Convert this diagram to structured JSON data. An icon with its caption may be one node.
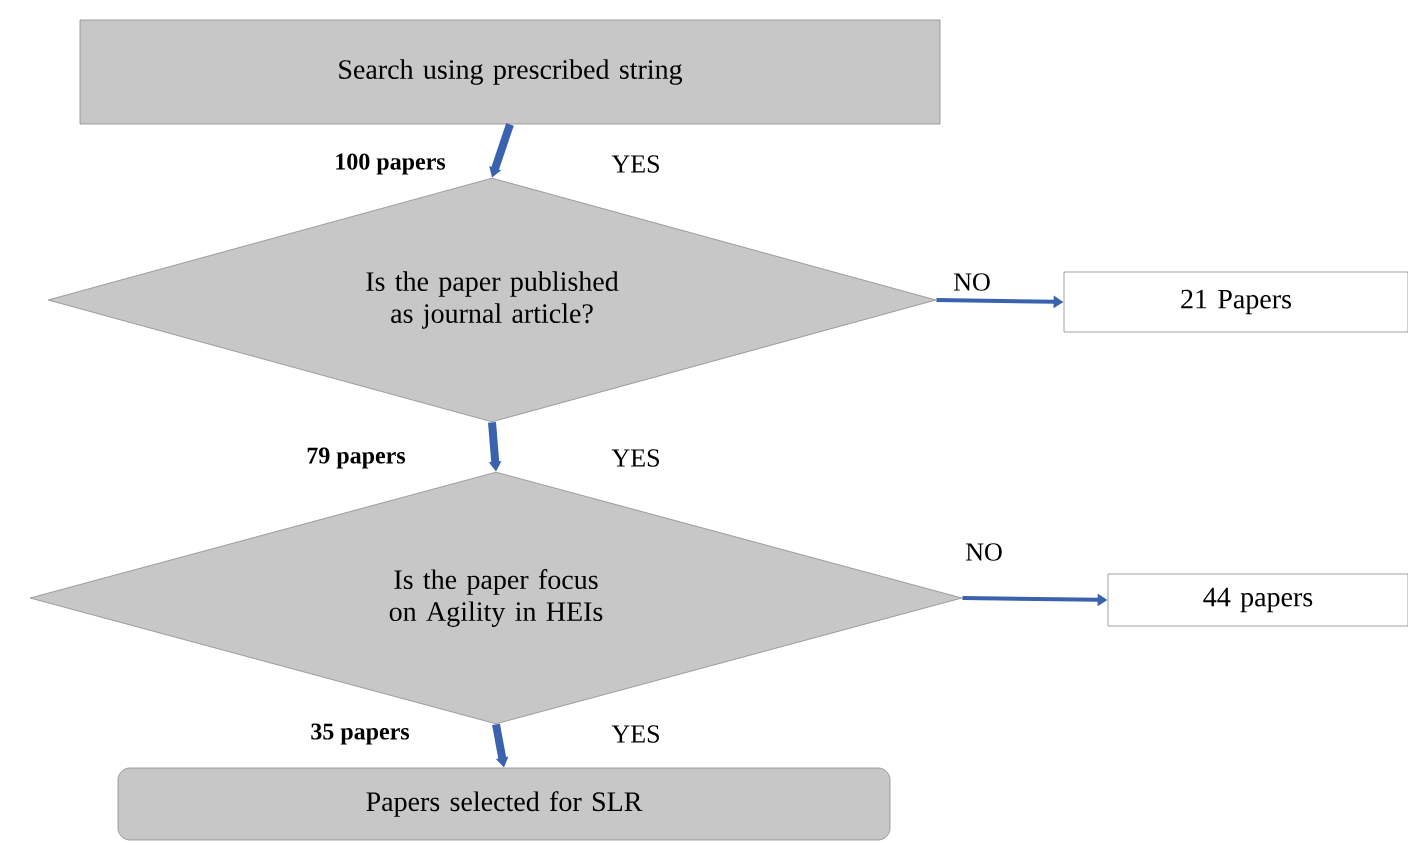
{
  "diagram": {
    "nodes": [
      {
        "text": [
          "Search using prescribed string"
        ]
      },
      {
        "text": [
          "Is the paper published as journal article?"
        ]
      },
      {
        "text": [
          "21 Papers"
        ]
      },
      {
        "text": [
          "Is the paper focus on Agility in HEIs"
        ]
      },
      {
        "text": [
          "44 papers"
        ]
      },
      {
        "text": [
          "Papers selected for SLR"
        ]
      }
    ],
    "edges": [
      {
        "from": 0,
        "to": 1,
        "arrow": "to",
        "label": "YES"
      },
      {
        "from": 1,
        "to": 2,
        "arrow": "to",
        "label": "NO"
      },
      {
        "from": 1,
        "to": 3,
        "arrow": "to",
        "label": "YES"
      },
      {
        "from": 3,
        "to": 4,
        "arrow": "to",
        "label": "NO"
      },
      {
        "from": 3,
        "to": 5,
        "arrow": "to",
        "label": "YES"
      }
    ],
    "labels": [
      "100 papers",
      "79 papers",
      "35 papers"
    ]
  }
}
